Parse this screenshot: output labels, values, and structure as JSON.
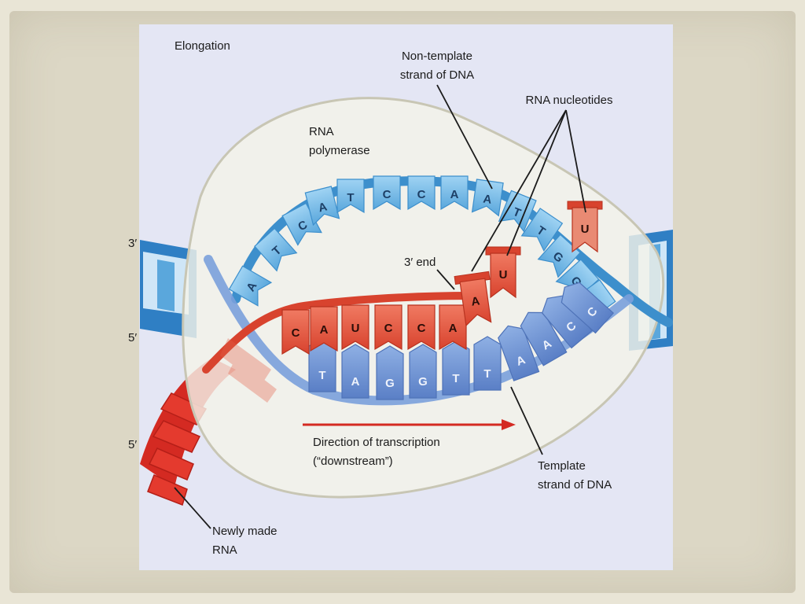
{
  "title": "Elongation",
  "labels": {
    "non_template_1": "Non-template",
    "non_template_2": "strand of DNA",
    "rna_nucleotides": "RNA nucleotides",
    "rna_polymerase_1": "RNA",
    "rna_polymerase_2": "polymerase",
    "three_prime_end": "3′ end",
    "direction_1": "Direction of transcription",
    "direction_2": "(“downstream”)",
    "template_1": "Template",
    "template_2": "strand of DNA",
    "newly_made_1": "Newly made",
    "newly_made_2": "RNA",
    "end_3_top": "3′",
    "end_5_mid": "5′",
    "end_5_bottom": "5′"
  },
  "bases": {
    "top_strand": [
      "A",
      "T",
      "C",
      "A",
      "T",
      "C",
      "C",
      "A",
      "A",
      "T",
      "T",
      "G",
      "G",
      "C"
    ],
    "rna_strand": [
      "C",
      "A",
      "U",
      "C",
      "C",
      "A"
    ],
    "template_strand": [
      "T",
      "A",
      "G",
      "G",
      "T",
      "T",
      "A",
      "A",
      "C",
      "C"
    ],
    "free_nucleotides": [
      "A",
      "U",
      "U"
    ]
  },
  "colors": {
    "dna_top": "#6fb5e3",
    "dna_top_dark": "#3d8fcc",
    "template": "#6b8fd0",
    "rna": "#e2503a",
    "rna_free": "#e4826c",
    "polymerase": "#f2f1e6"
  }
}
